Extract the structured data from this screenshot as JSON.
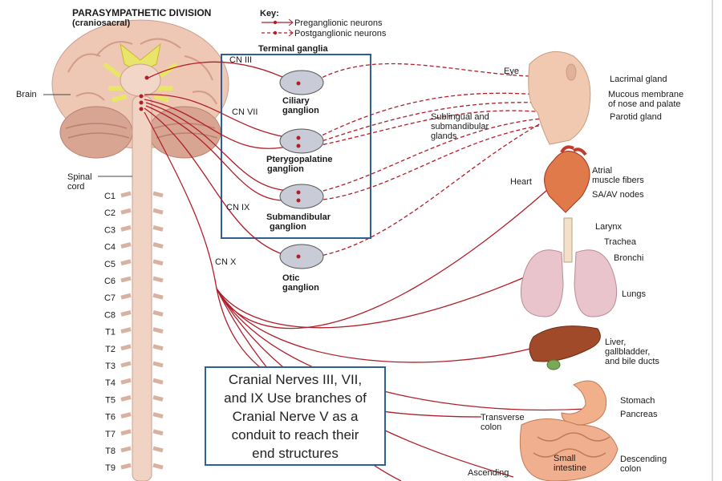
{
  "title": "PARASYMPATHETIC DIVISION",
  "subtitle": "(craniosacral)",
  "key": {
    "heading": "Key:",
    "preganglionic": "Preganglionic neurons",
    "postganglionic": "Postganglionic neurons"
  },
  "terminal_ganglia": "Terminal ganglia",
  "brain": "Brain",
  "spinal_cord": [
    "Spinal",
    "cord"
  ],
  "vertebrae": [
    "C1",
    "C2",
    "C3",
    "C4",
    "C5",
    "C6",
    "C7",
    "C8",
    "T1",
    "T2",
    "T3",
    "T4",
    "T5",
    "T6",
    "T7",
    "T8",
    "T9"
  ],
  "nerves": {
    "cn3": "CN III",
    "cn7": "CN VII",
    "cn9": "CN IX",
    "cn10": "CN X"
  },
  "ganglia": {
    "ciliary": [
      "Ciliary",
      "ganglion"
    ],
    "pterygopalatine": [
      "Pterygopalatine",
      "ganglion"
    ],
    "submandibular": [
      "Submandibular",
      "ganglion"
    ],
    "otic": [
      "Otic",
      "ganglion"
    ]
  },
  "organs": {
    "eye": "Eye",
    "lacrimal": "Lacrimal gland",
    "mucous": [
      "Mucous membrane",
      "of nose and palate"
    ],
    "parotid": "Parotid gland",
    "sublingual": [
      "Sublingual and",
      "submandibular",
      "glands"
    ],
    "heart": "Heart",
    "atrial": [
      "Atrial",
      "muscle fibers"
    ],
    "sa_av": "SA/AV nodes",
    "larynx": "Larynx",
    "trachea": "Trachea",
    "bronchi": "Bronchi",
    "lungs": "Lungs",
    "liver": [
      "Liver,",
      "gallbladder,",
      "and bile ducts"
    ],
    "stomach": "Stomach",
    "pancreas": "Pancreas",
    "transverse_colon": [
      "Transverse",
      "colon"
    ],
    "small_intestine": [
      "Small",
      "intestine"
    ],
    "descending_colon": [
      "Descending",
      "colon"
    ],
    "ascending": "Ascending"
  },
  "callout": "Cranial Nerves III, VII,\nand IX Use branches of\nCranial Nerve V as a\nconduit to reach their\nend structures",
  "colors": {
    "nerve": "#b01e2a",
    "highlight_box": "#2f5f93",
    "brain": "#e9b9a8",
    "ganglion": "#c9ccd6"
  }
}
